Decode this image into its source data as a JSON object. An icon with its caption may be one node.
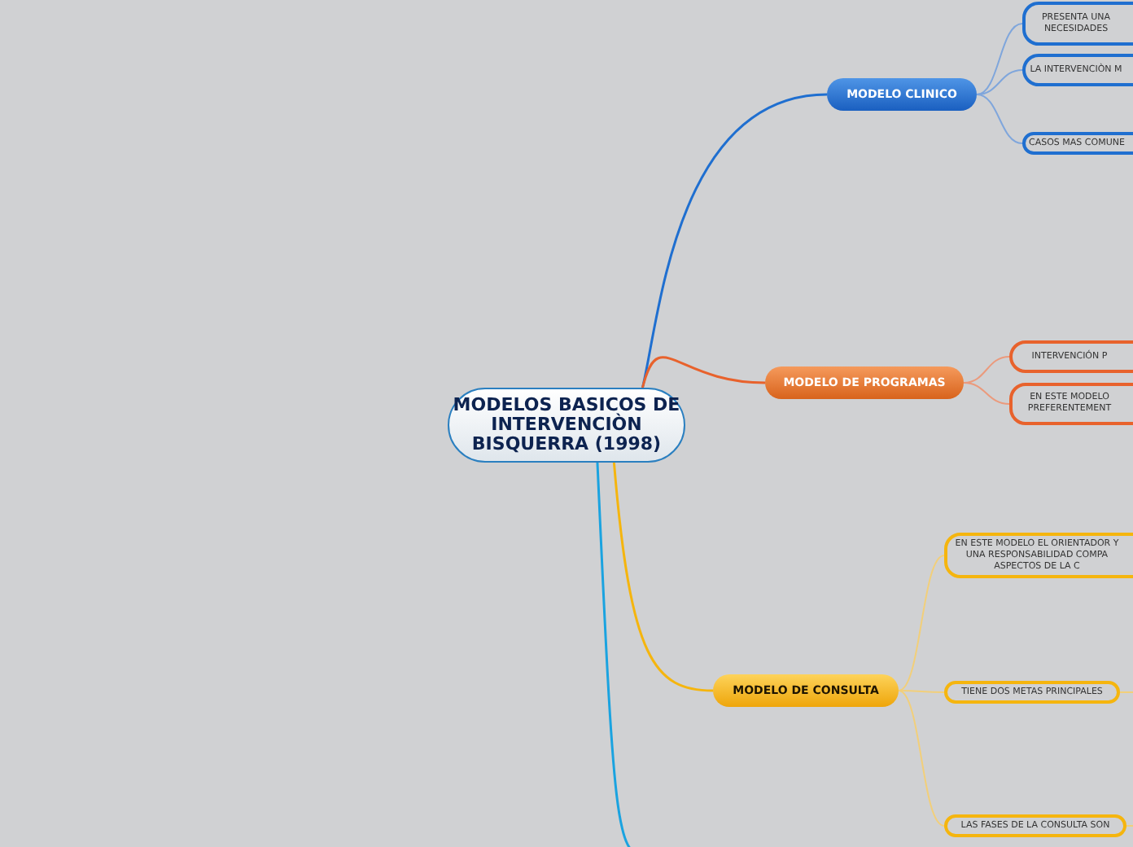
{
  "diagram": {
    "nodes": [
      {
        "text": [
          "MODELOS BASICOS DE INTERVENCIÒN BISQUERRA (1998)"
        ]
      },
      {
        "text": [
          "MODELO CLINICO"
        ]
      },
      {
        "text": [
          "PRESENTA UNA NECESIDADES"
        ]
      },
      {
        "text": [
          "LA INTERVENCIÒN M"
        ]
      },
      {
        "text": [
          "CASOS MAS COMUNE"
        ]
      },
      {
        "text": [
          "MODELO DE PROGRAMAS"
        ]
      },
      {
        "text": [
          "INTERVENCIÓN P"
        ]
      },
      {
        "text": [
          "EN ESTE MODELO PREFERENTEMENT"
        ]
      },
      {
        "text": [
          "MODELO DE CONSULTA"
        ]
      },
      {
        "text": [
          "EN ESTE MODELO EL ORIENTADOR Y UNA RESPONSABILIDAD COMPA ASPECTOS DE LA C"
        ]
      },
      {
        "text": [
          "TIENE DOS METAS PRINCIPALES"
        ]
      },
      {
        "text": [
          "LAS FASES DE LA CONSULTA SON"
        ]
      }
    ],
    "edges": [
      {
        "from": 0,
        "to": 1,
        "arrow": "none",
        "color": "#1f6fd0"
      },
      {
        "from": 1,
        "to": 2,
        "arrow": "none",
        "color": "#7fa6dc"
      },
      {
        "from": 1,
        "to": 3,
        "arrow": "none",
        "color": "#7fa6dc"
      },
      {
        "from": 1,
        "to": 4,
        "arrow": "none",
        "color": "#7fa6dc"
      },
      {
        "from": 0,
        "to": 5,
        "arrow": "none",
        "color": "#e8622c"
      },
      {
        "from": 5,
        "to": 6,
        "arrow": "none",
        "color": "#eb9a7c"
      },
      {
        "from": 5,
        "to": 7,
        "arrow": "none",
        "color": "#eb9a7c"
      },
      {
        "from": 0,
        "to": 8,
        "arrow": "none",
        "color": "#f5b50e"
      },
      {
        "from": 8,
        "to": 9,
        "arrow": "none",
        "color": "#f2cf7a"
      },
      {
        "from": 8,
        "to": 10,
        "arrow": "none",
        "color": "#f2cf7a"
      },
      {
        "from": 8,
        "to": 11,
        "arrow": "none",
        "color": "#f2cf7a"
      },
      {
        "from": 10,
        "to": null,
        "arrow": "none",
        "color": "#f2cf7a"
      },
      {
        "from": 11,
        "to": null,
        "arrow": "none",
        "color": "#f2cf7a"
      },
      {
        "from": 0,
        "to": null,
        "arrow": "none",
        "color": "#1aa3e0"
      }
    ]
  }
}
